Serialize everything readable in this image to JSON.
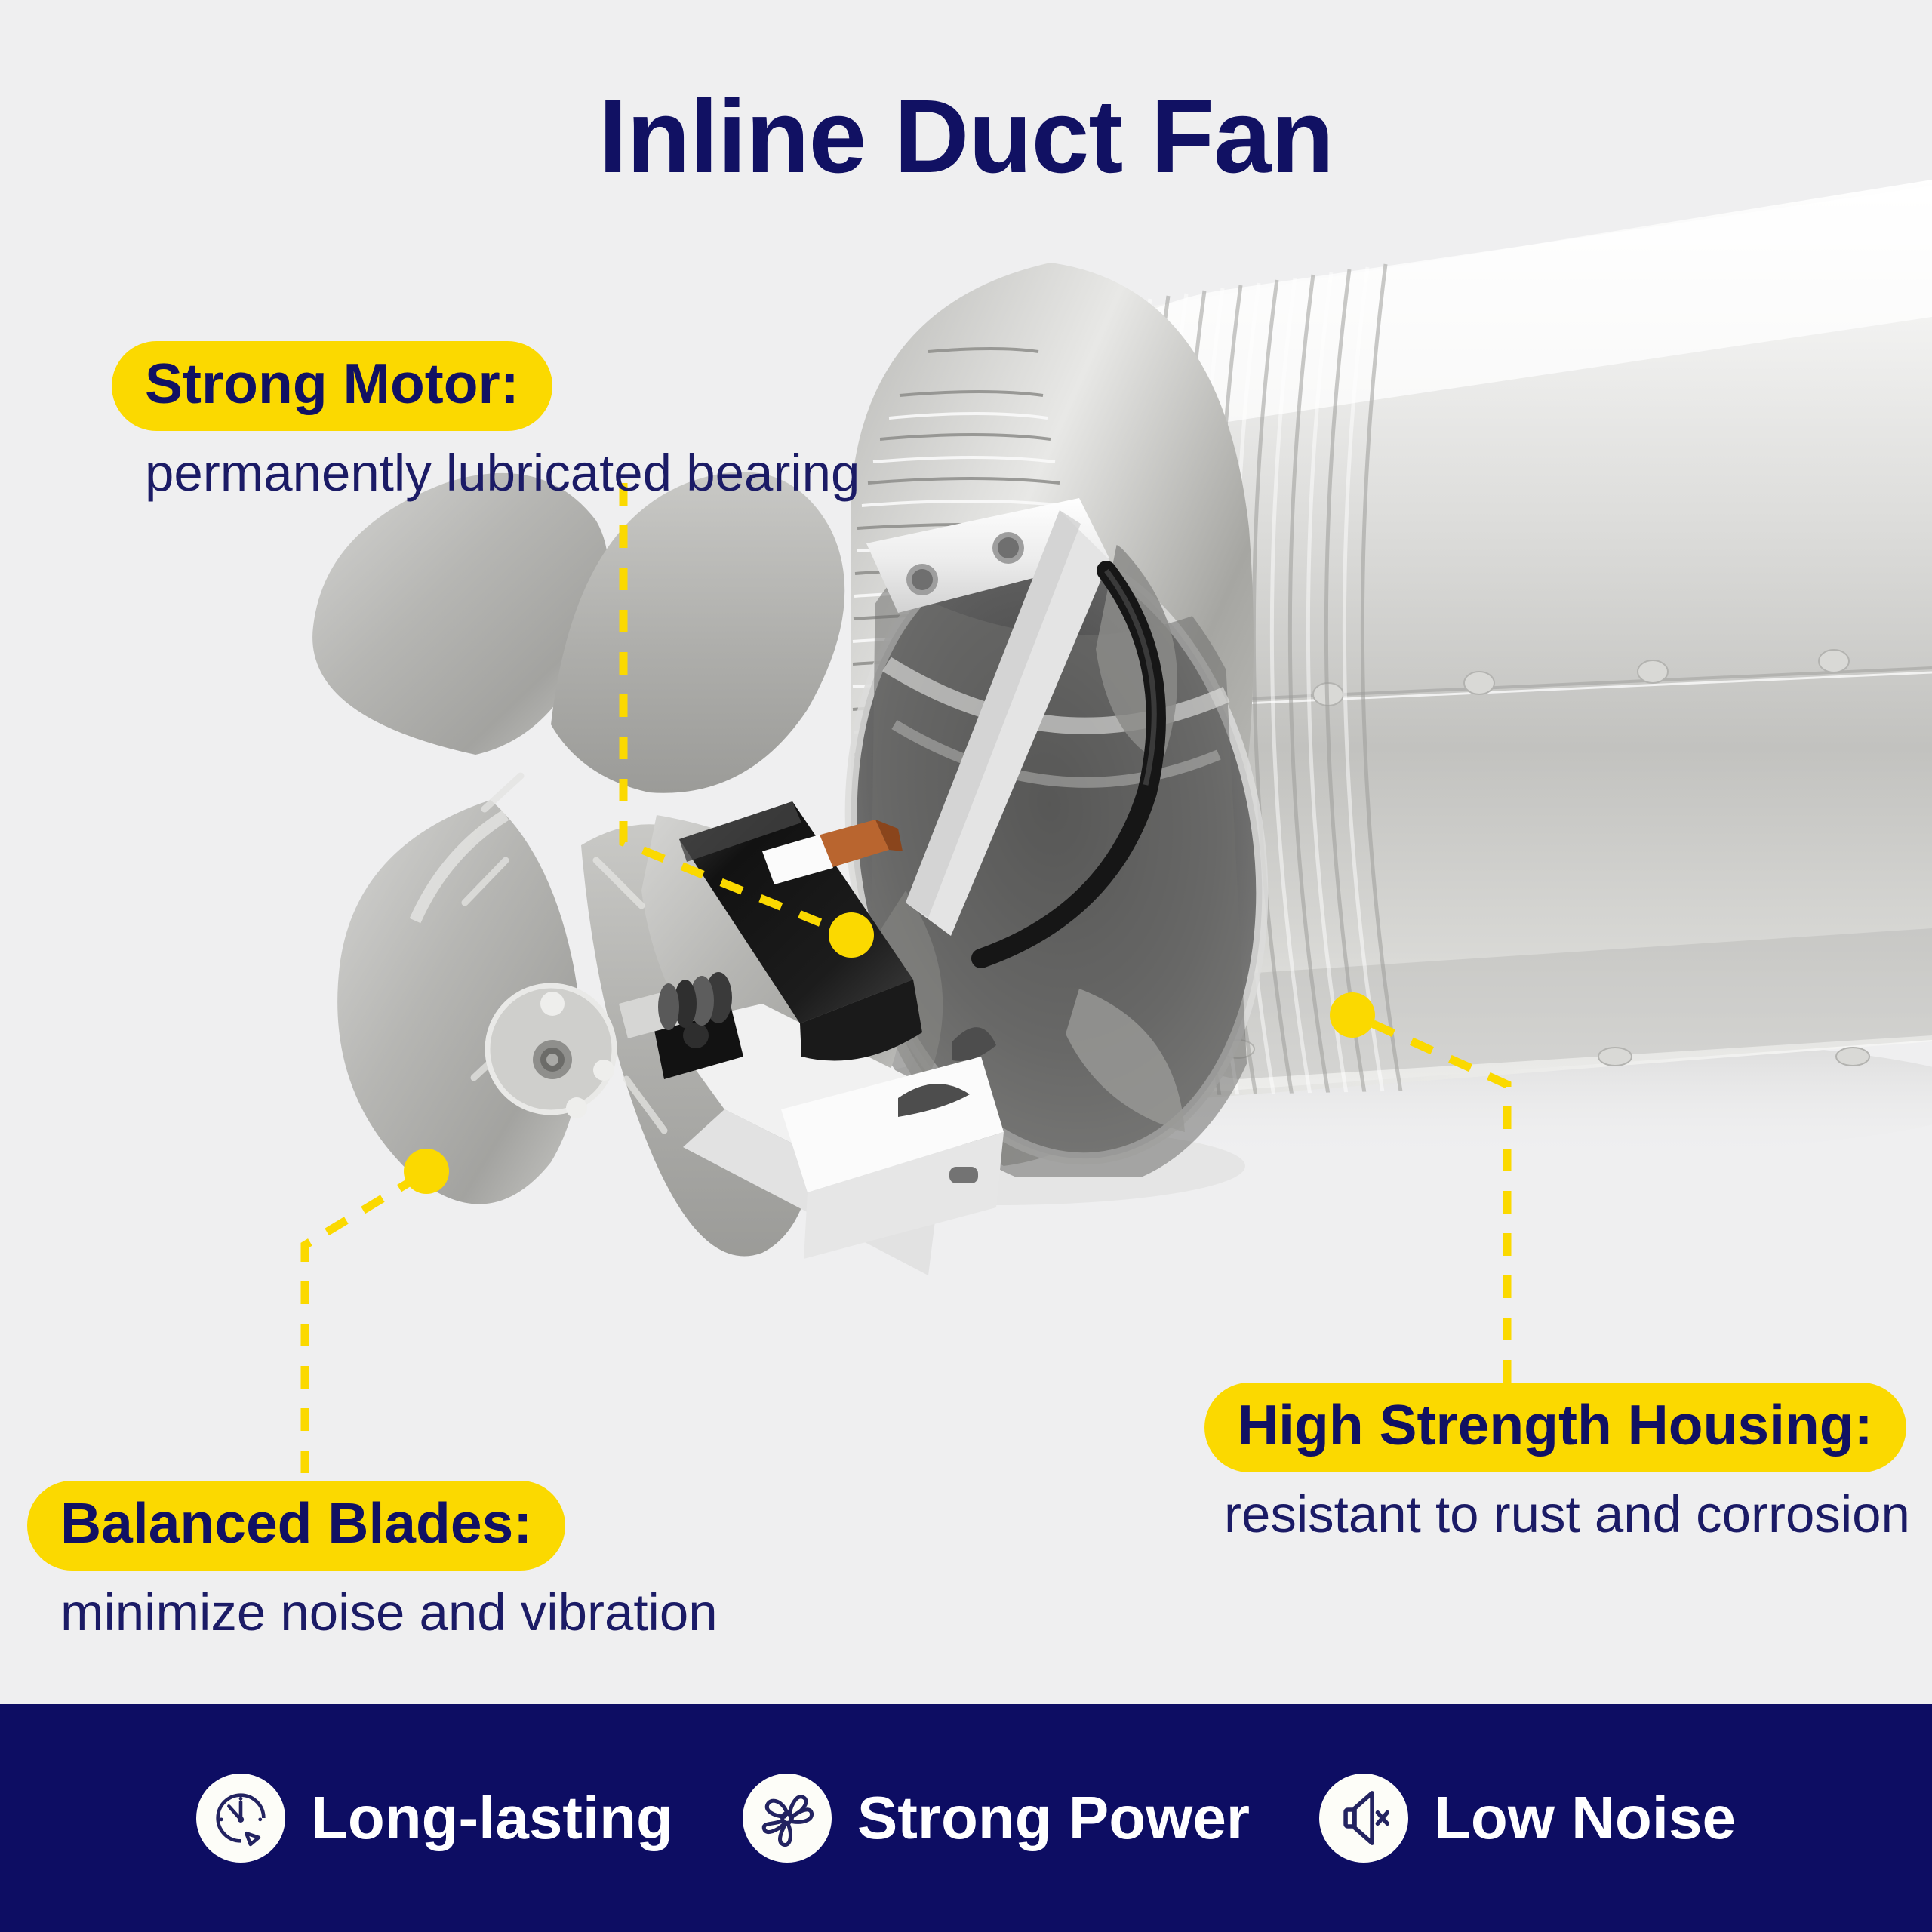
{
  "page": {
    "title": "Inline Duct Fan",
    "background_color": "#efeff0",
    "accent_yellow": "#fbd900",
    "navy": "#111163",
    "bar_navy": "#0d0d63"
  },
  "callouts": [
    {
      "id": "strong-motor",
      "heading": "Strong Motor:",
      "description": "permanently lubricated bearing",
      "marker_icon": "yellow-dot-marker"
    },
    {
      "id": "balanced-blades",
      "heading": "Balanced Blades:",
      "description": "minimize noise and vibration",
      "marker_icon": "yellow-dot-marker"
    },
    {
      "id": "high-strength-housing",
      "heading": "High Strength Housing:",
      "description": "resistant to rust and corrosion",
      "marker_icon": "yellow-dot-marker"
    }
  ],
  "product": {
    "name": "inline-duct-fan-photo",
    "parts": [
      "galvanized-steel-duct-housing",
      "five-blade-metal-impeller",
      "black-motor-block",
      "white-mounting-bracket",
      "black-power-cord"
    ]
  },
  "feature_bar": {
    "features": [
      {
        "icon": "clock-gauge-icon",
        "label": "Long-lasting"
      },
      {
        "icon": "fan-propeller-icon",
        "label": "Strong Power"
      },
      {
        "icon": "speaker-muted-icon",
        "label": "Low Noise"
      }
    ]
  }
}
